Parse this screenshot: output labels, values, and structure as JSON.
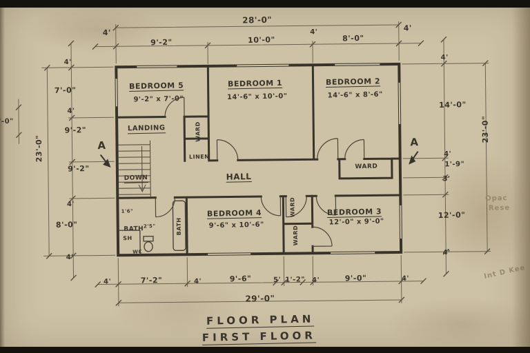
{
  "photo": {
    "paper_color": "#cdc1a6",
    "ink_color": "#3a352b",
    "pencil_color": "#8f8266",
    "band_color": "#15120e"
  },
  "title": {
    "line1": "FLOOR PLAN",
    "line2": "FIRST FLOOR"
  },
  "plan": {
    "rooms": {
      "bedroom5": {
        "name": "BEDROOM 5",
        "size": "9'-2\" x 7'-0\""
      },
      "bedroom1": {
        "name": "BEDROOM 1",
        "size": "14'-6\" x 10'-0\""
      },
      "bedroom2": {
        "name": "BEDROOM 2",
        "size": "14'-6\" x 8'-6\""
      },
      "bedroom4": {
        "name": "BEDROOM 4",
        "size": "9'-6\" x 10'-6\""
      },
      "bedroom3": {
        "name": "BEDROOM 3",
        "size": "12'-0\" x 9'-0\""
      },
      "landing": "LANDING",
      "hall": "HALL",
      "down": "DOWN",
      "ward": "WARD",
      "linen": "LINEN",
      "bath": "BATH",
      "bath_width": "2'5\"",
      "shower": "SH",
      "wc": "WC",
      "shower_width": "1'6\"",
      "tub": "BATH"
    },
    "section_marker": "A"
  },
  "dimensions": {
    "top": {
      "overall": "28'-0\"",
      "eave_left": "4'",
      "seg_bed5": "9'-2\"",
      "seg_bed1": "10'-0\"",
      "mid": "4'",
      "seg_bed2": "8'-0\"",
      "eave_right": "4'"
    },
    "left": {
      "overall": "23'-0\"",
      "eave_top": "4'",
      "seg_bed5": "7'-0\"",
      "mid": "4'",
      "seg_landing": "9'-2\"",
      "seg_stair": "9'-2\"",
      "mid2": "4'",
      "seg_bath": "8'-0\"",
      "eave_bottom": "4'"
    },
    "right": {
      "overall": "23'-0\"",
      "eave_top": "4'",
      "seg_bed2": "14'-0\"",
      "mid": "4'",
      "seg_ward": "1'-9\"",
      "seg_hall": "3'",
      "seg_bed3": "12'-0\"",
      "eave_bottom": "4'"
    },
    "bottom": {
      "overall": "29'-0\"",
      "eave_left": "4'",
      "seg_bath": "7'-2\"",
      "mid1": "4'",
      "seg_bed4": "9'-6\"",
      "seg_a": "5'",
      "seg_ward": "1'-2\"",
      "mid2": "4'",
      "seg_bed3": "9'-0\"",
      "eave_right": "4'"
    },
    "neighbor_fragment": "'-0\""
  },
  "annotations": {
    "pencil_line1": "Opac",
    "pencil_line2": "Rese",
    "pencil_corner": "Int D Kee"
  }
}
